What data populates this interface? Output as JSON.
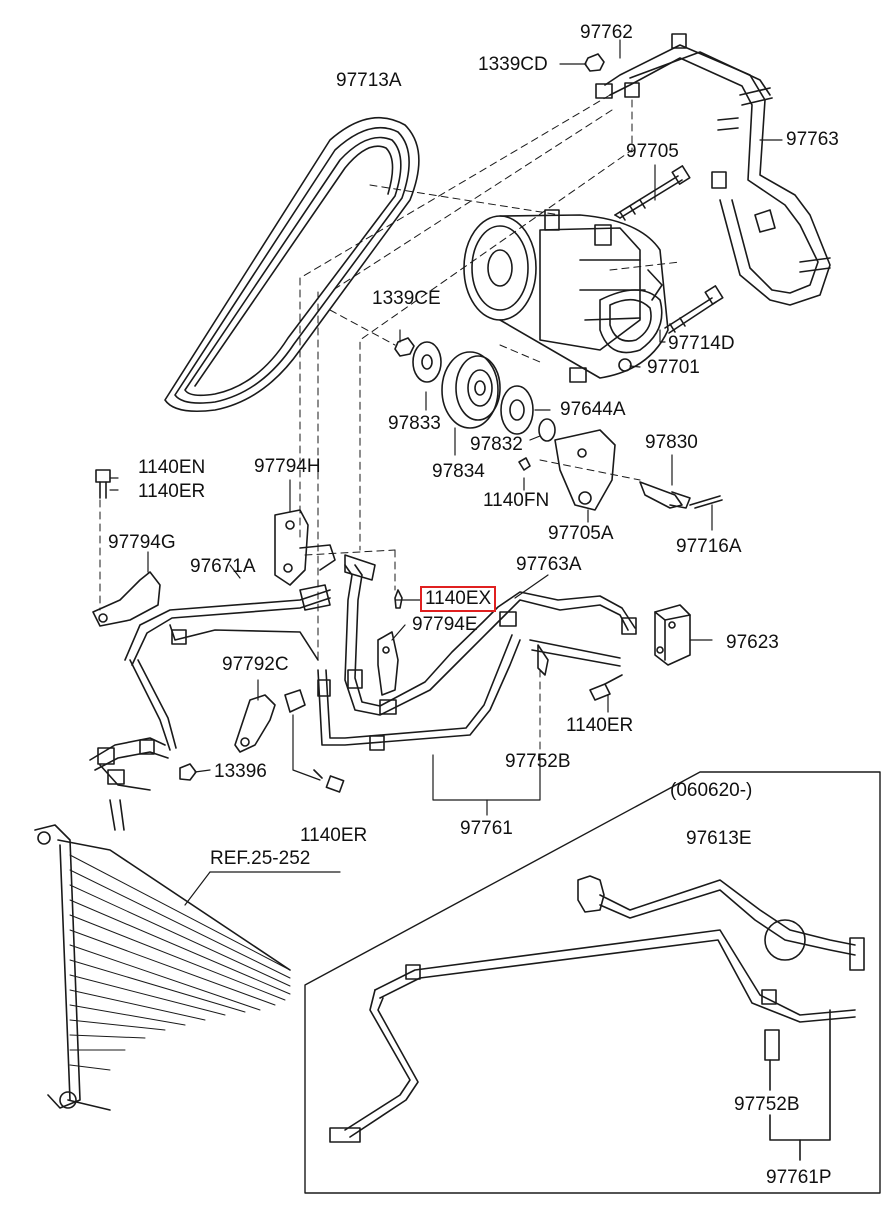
{
  "highlight_color": "#e02020",
  "inset_label": "(060620-)",
  "ref_label": "REF.25-252",
  "labels": {
    "p97762": "97762",
    "p1339CD": "1339CD",
    "p97713A": "97713A",
    "p97763": "97763",
    "p97705": "97705",
    "p1339CE": "1339CE",
    "p97714D": "97714D",
    "p97701": "97701",
    "p97833": "97833",
    "p97644A": "97644A",
    "p97832": "97832",
    "p97830": "97830",
    "p97834": "97834",
    "p1140EN": "1140EN",
    "p1140ER_a": "1140ER",
    "p97794H": "97794H",
    "p1140FN": "1140FN",
    "p97705A": "97705A",
    "p97716A": "97716A",
    "p97794G": "97794G",
    "p97671A": "97671A",
    "p97763A": "97763A",
    "p1140EX": "1140EX",
    "p97794E": "97794E",
    "p97623": "97623",
    "p97792C": "97792C",
    "p1140ER_b": "1140ER",
    "p13396": "13396",
    "p97752B_a": "97752B",
    "p1140ER_c": "1140ER",
    "p97761": "97761",
    "p97613E": "97613E",
    "p97752B_b": "97752B",
    "p97761P": "97761P"
  }
}
